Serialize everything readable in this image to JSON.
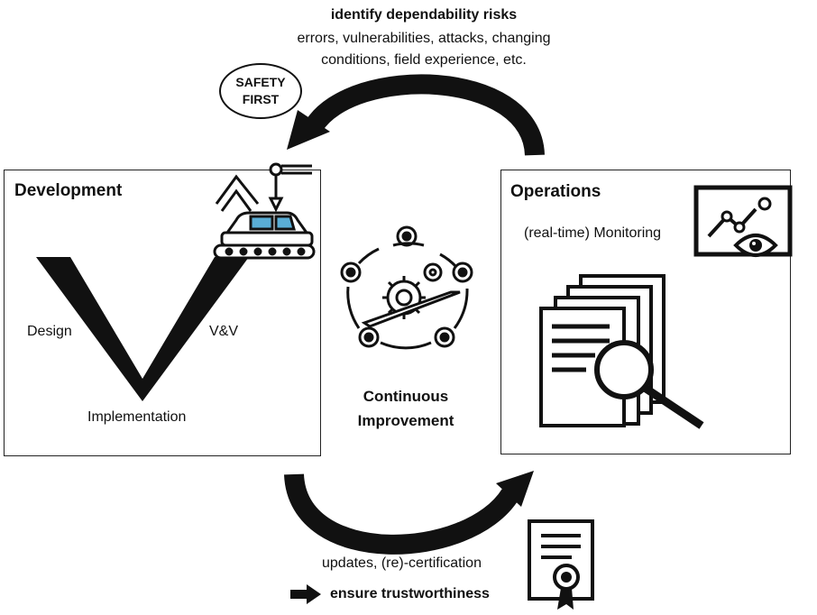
{
  "top": {
    "title": "identify dependability risks",
    "line1": "errors, vulnerabilities, attacks, changing",
    "line2": "conditions, field experience, etc."
  },
  "badge": {
    "line1": "SAFETY",
    "line2": "FIRST"
  },
  "development": {
    "title": "Development",
    "design": "Design",
    "vv": "V&V",
    "implementation": "Implementation",
    "icon": "robot-arm-car-assembly-icon"
  },
  "center": {
    "line1": "Continuous",
    "line2": "Improvement",
    "icon": "gear-cycle-icon"
  },
  "operations": {
    "title": "Operations",
    "monitoring": "(real-time) Monitoring",
    "icons": [
      "monitor-chart-eye-icon",
      "documents-magnifier-icon"
    ]
  },
  "bottom": {
    "line1": "updates, (re)-certification",
    "line2": "ensure trustworthiness",
    "icons": [
      "right-arrow-icon",
      "certificate-icon"
    ]
  }
}
